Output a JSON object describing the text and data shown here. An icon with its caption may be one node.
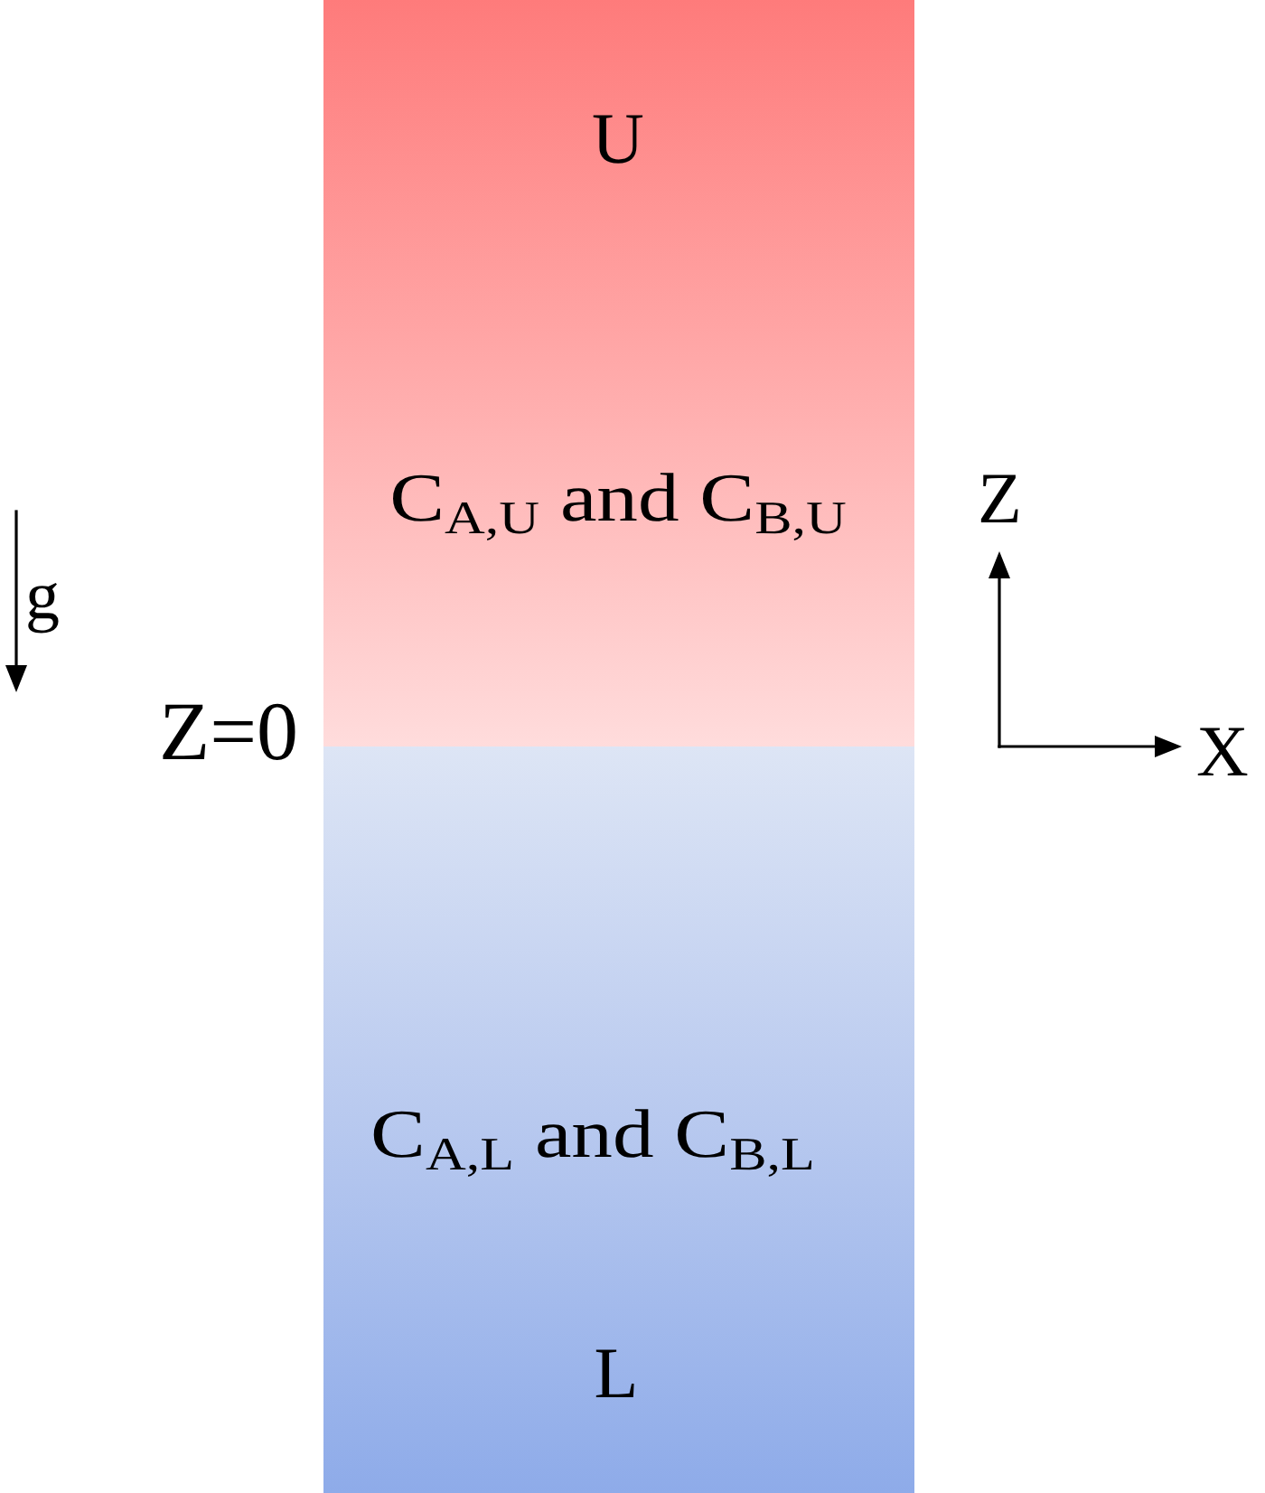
{
  "diagram": {
    "nodes": [
      {
        "text": [
          "U",
          "C$_{A,U}$ and C$_{B,U}$"
        ]
      },
      {
        "text": [
          "C$_{A,L}$ and C$_{B,L}$",
          "L"
        ]
      }
    ],
    "labels": [
      "g",
      "Z=0",
      "Z",
      "X"
    ]
  }
}
